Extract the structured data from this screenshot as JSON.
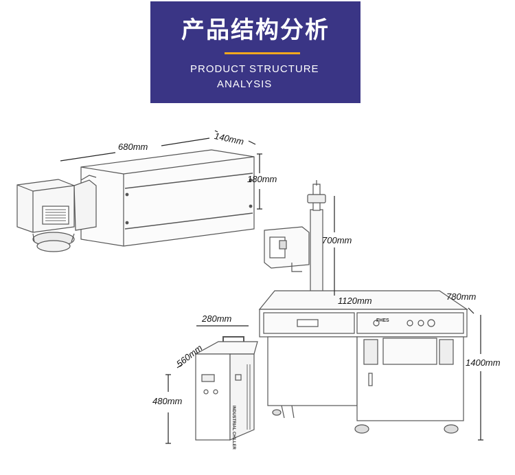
{
  "header": {
    "title_cn": "产品结构分析",
    "subtitle_line1": "PRODUCT STRUCTURE",
    "subtitle_line2": "ANALYSIS",
    "background_color": "#3a3585",
    "accent_color": "#f2a81d"
  },
  "laser_head": {
    "length": "680mm",
    "width": "140mm",
    "height": "180mm"
  },
  "workbench": {
    "column_height": "700mm",
    "table_width": "1120mm",
    "table_depth": "780mm",
    "total_height": "1400mm",
    "panel_brand": "FHES"
  },
  "chiller": {
    "width": "280mm",
    "depth": "560mm",
    "height": "480mm",
    "side_label": "INDUSTRIAL CHILLER"
  }
}
